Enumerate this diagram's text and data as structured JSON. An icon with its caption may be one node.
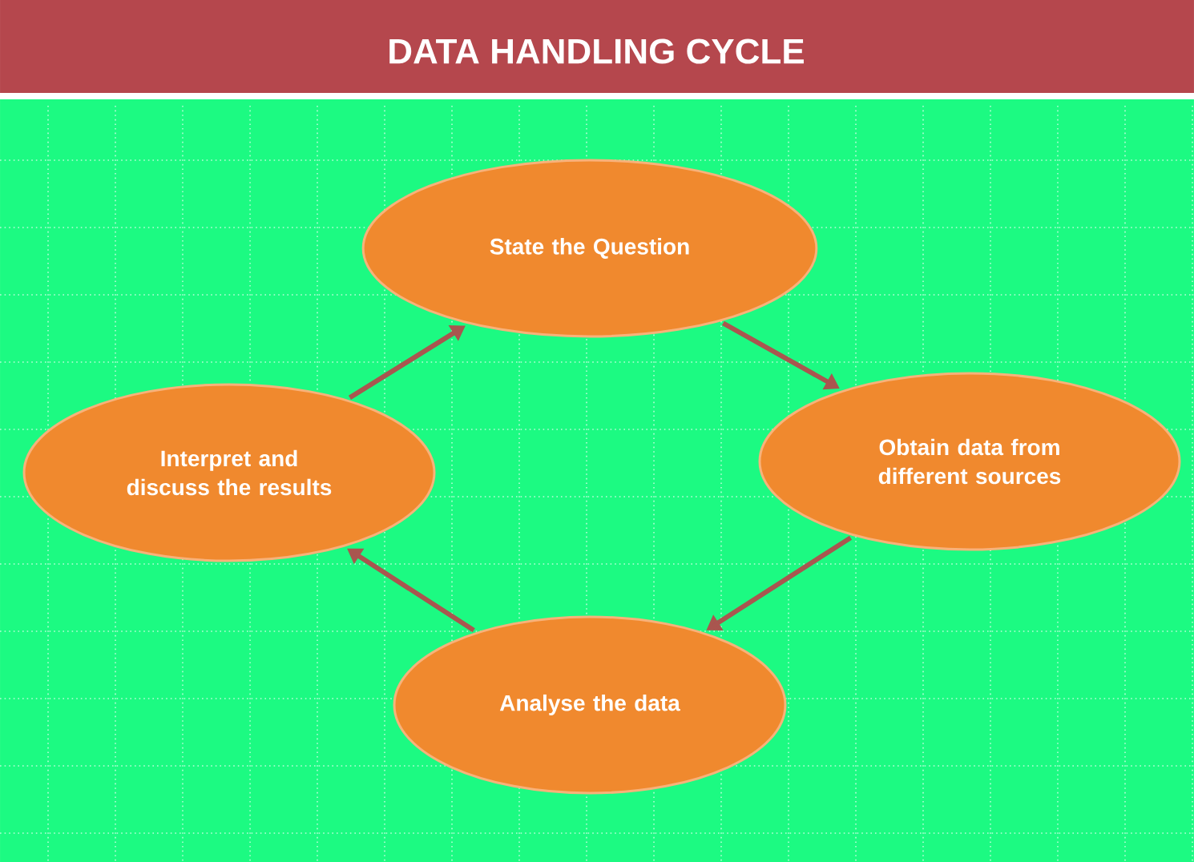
{
  "diagram": {
    "title": "DATA HANDLING CYCLE",
    "nodes": [
      {
        "text": [
          "State the Question"
        ]
      },
      {
        "text": [
          "Obtain data from different sources"
        ]
      },
      {
        "text": [
          "Analyse the data"
        ]
      },
      {
        "text": [
          "Interpret and discuss the results"
        ]
      }
    ],
    "edges": [
      {
        "from": 0,
        "to": 1,
        "arrow": "to"
      },
      {
        "from": 1,
        "to": 2,
        "arrow": "to"
      },
      {
        "from": 2,
        "to": 3,
        "arrow": "to"
      },
      {
        "from": 3,
        "to": 0,
        "arrow": "to"
      }
    ]
  }
}
